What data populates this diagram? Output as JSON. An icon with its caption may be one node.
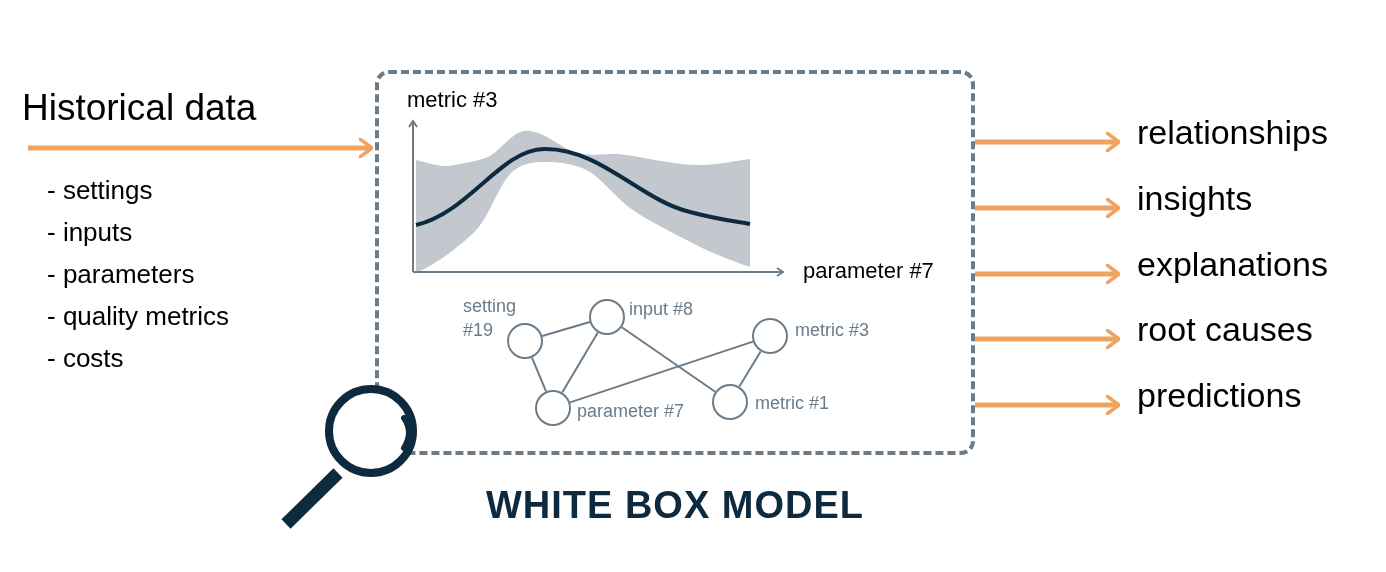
{
  "diagram": {
    "nodes": [
      {
        "text": [
          "Historical data"
        ]
      },
      {
        "text": [
          "WHITE BOX MODEL"
        ]
      },
      {
        "text": [],
        "shape": "circle",
        "in": 1,
        "beside": [
          "setting #19"
        ]
      },
      {
        "text": [],
        "shape": "circle",
        "in": 1,
        "beside": [
          "input #8"
        ]
      },
      {
        "text": [],
        "shape": "circle",
        "in": 1,
        "beside": [
          "metric #3"
        ]
      },
      {
        "text": [],
        "shape": "circle",
        "in": 1,
        "beside": [
          "parameter #7"
        ]
      },
      {
        "text": [],
        "shape": "circle",
        "in": 1,
        "beside": [
          "metric #1"
        ]
      },
      {
        "text": [
          "relationships"
        ]
      },
      {
        "text": [
          "insights"
        ]
      },
      {
        "text": [
          "explanations"
        ]
      },
      {
        "text": [
          "root causes"
        ]
      },
      {
        "text": [
          "predictions"
        ]
      }
    ],
    "edges": [
      {
        "from": 0,
        "to": 1,
        "arrow": "to",
        "style": "thick",
        "color": "#f0a35e"
      },
      {
        "from": 1,
        "to": 7,
        "arrow": "to",
        "style": "thick",
        "color": "#f0a35e"
      },
      {
        "from": 1,
        "to": 8,
        "arrow": "to",
        "style": "thick",
        "color": "#f0a35e"
      },
      {
        "from": 1,
        "to": 9,
        "arrow": "to",
        "style": "thick",
        "color": "#f0a35e"
      },
      {
        "from": 1,
        "to": 10,
        "arrow": "to",
        "style": "thick",
        "color": "#f0a35e"
      },
      {
        "from": 1,
        "to": 11,
        "arrow": "to",
        "style": "thick",
        "color": "#f0a35e"
      },
      {
        "from": 2,
        "to": 3,
        "arrow": "none",
        "color": "#6b7b88"
      },
      {
        "from": 2,
        "to": 5,
        "arrow": "none",
        "color": "#6b7b88"
      },
      {
        "from": 3,
        "to": 5,
        "arrow": "none",
        "color": "#6b7b88"
      },
      {
        "from": 3,
        "to": 6,
        "arrow": "none",
        "color": "#6b7b88"
      },
      {
        "from": 5,
        "to": 4,
        "arrow": "none",
        "color": "#6b7b88"
      },
      {
        "from": 4,
        "to": 6,
        "arrow": "none",
        "color": "#6b7b88"
      }
    ],
    "labels": [
      "- settings",
      "- inputs",
      "- parameters",
      "- quality metrics",
      "- costs",
      "metric #3",
      "parameter #7"
    ]
  }
}
